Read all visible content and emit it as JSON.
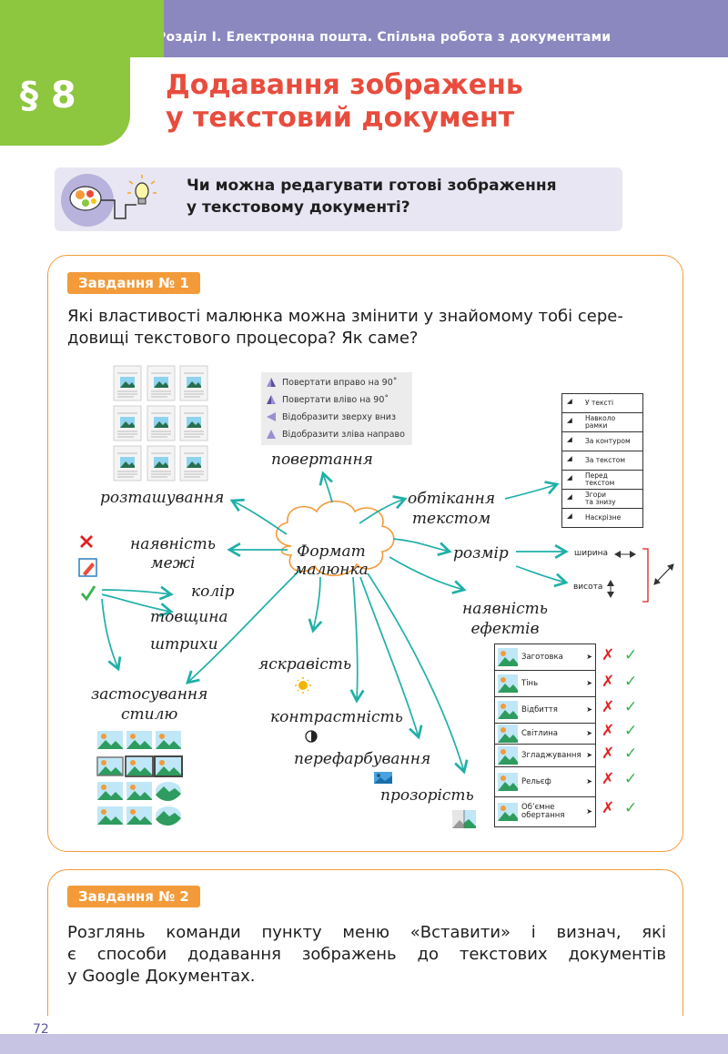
{
  "header": {
    "section": "Розділ І. Електронна пошта. Спільна робота з документами",
    "paragraph": "§ 8",
    "title_line1": "Додавання зображень",
    "title_line2": "у текстовий документ"
  },
  "question": {
    "line1": "Чи можна редагувати готові зображення",
    "line2": "у текстовому документі?"
  },
  "task1": {
    "badge": "Завдання № 1",
    "text_line1": "Які властивості малюнка можна змінити у знайомому тобі сере-",
    "text_line2": "довищі текстового процесора? Як саме?",
    "center_line1": "Формат",
    "center_line2": "малюнка",
    "labels": {
      "placement": "розташування",
      "rotation": "повертання",
      "wrap_line1": "обтікання",
      "wrap_line2": "текстом",
      "border_line1": "наявність",
      "border_line2": "межі",
      "color": "колір",
      "thickness": "товщина",
      "dashes": "штрихи",
      "size": "розмір",
      "width": "ширина",
      "height": "висота",
      "effects_line1": "наявність",
      "effects_line2": "ефектів",
      "style_line1": "застосування",
      "style_line2": "стилю",
      "brightness": "яскравість",
      "contrast": "контрастність",
      "recolor": "перефарбування",
      "transparency": "прозорість"
    },
    "rotate_items": [
      "Повертати вправо на 90˚",
      "Повертати вліво на 90˚",
      "Відобразити зверху вниз",
      "Відобразити зліва направо"
    ],
    "wrap_items": [
      {
        "l1": "У тексті",
        "l2": ""
      },
      {
        "l1": "Навколо",
        "l2": "рамки"
      },
      {
        "l1": "За контуром",
        "l2": ""
      },
      {
        "l1": "За текстом",
        "l2": ""
      },
      {
        "l1": "Перед",
        "l2": "текстом"
      },
      {
        "l1": "Згори",
        "l2": "та знизу"
      },
      {
        "l1": "Наскрізне",
        "l2": ""
      }
    ],
    "effect_items": [
      {
        "l1": "Заготовка",
        "l2": ""
      },
      {
        "l1": "Тінь",
        "l2": ""
      },
      {
        "l1": "Відбиття",
        "l2": ""
      },
      {
        "l1": "Світлина",
        "l2": ""
      },
      {
        "l1": "Згладжування",
        "l2": ""
      },
      {
        "l1": "Рельєф",
        "l2": ""
      },
      {
        "l1": "Об’ємне",
        "l2": "обертання"
      }
    ],
    "cross": "✗",
    "check": "✓"
  },
  "task2": {
    "badge": "Завдання № 2",
    "text_line1": "Розглянь команди пункту меню «Вставити» і визнач, які",
    "text_line2": "є способи додавання зображень до текстових документів",
    "text_line3": "у Google Документах."
  },
  "page_number": "72",
  "colors": {
    "header_purple": "#8b88bf",
    "header_green": "#8dc63f",
    "title_red": "#e84c3d",
    "task_orange": "#f39b3a",
    "arrow_teal": "#1fb0a8",
    "footer_lavender": "#c7c3e3"
  }
}
